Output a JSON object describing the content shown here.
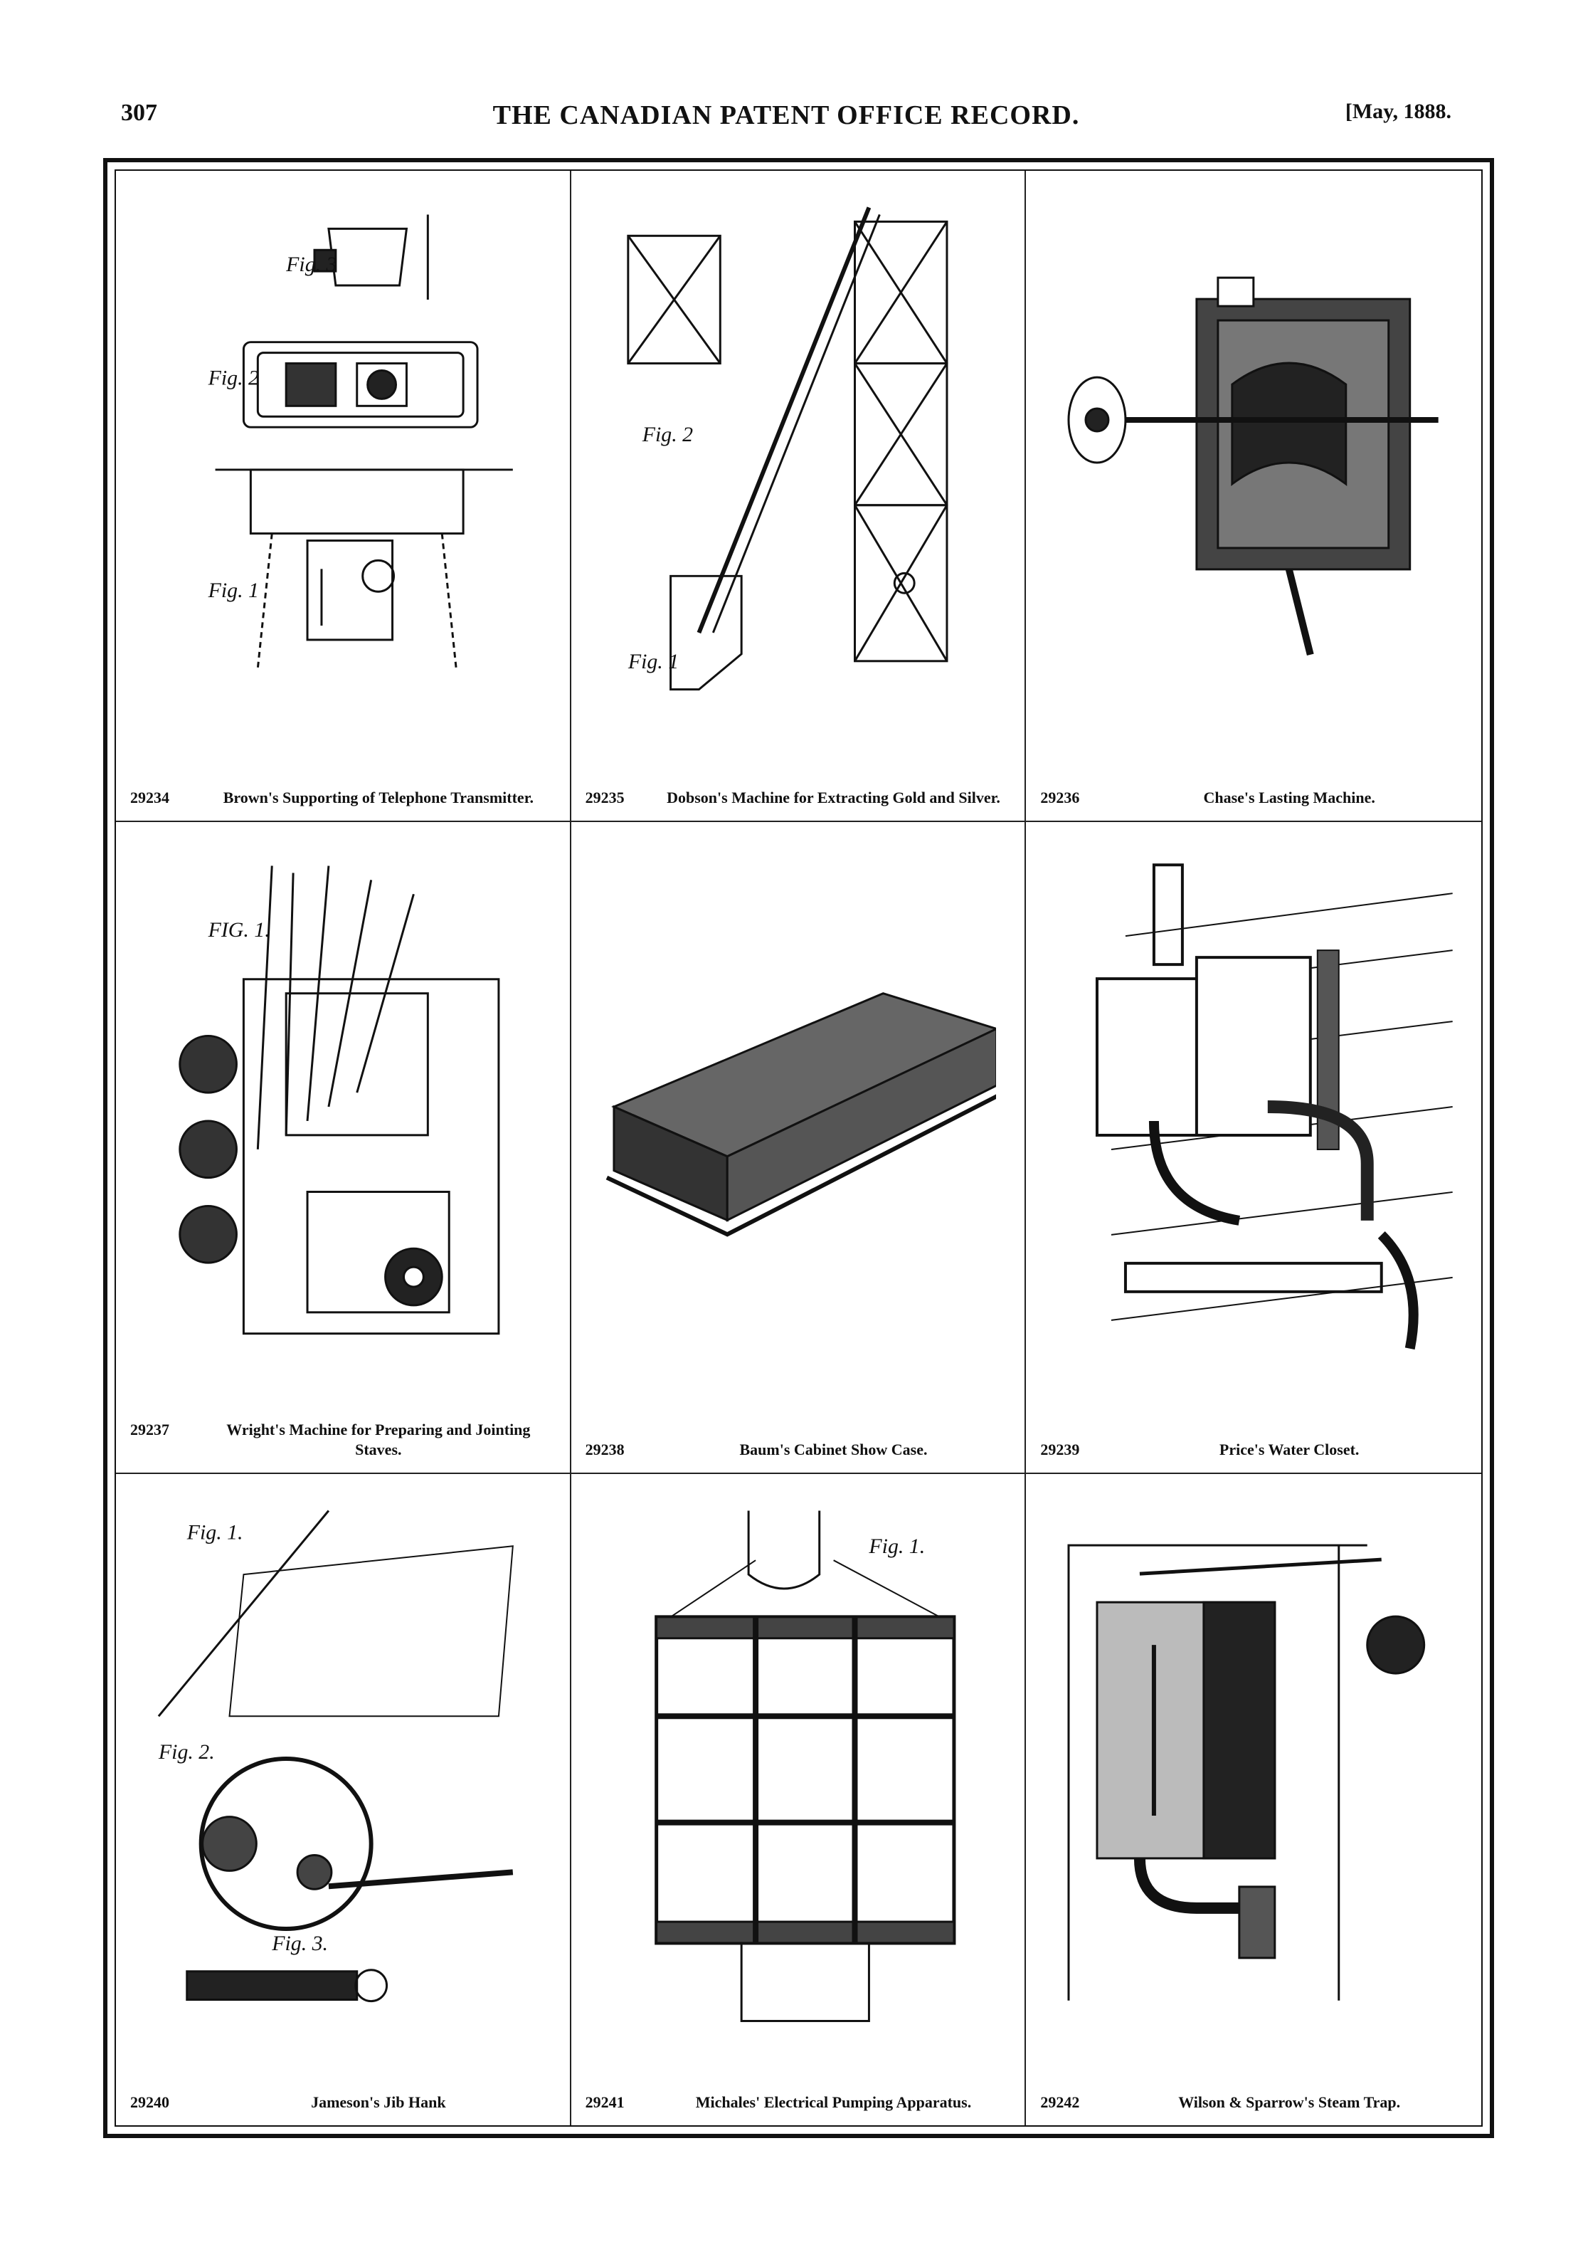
{
  "header": {
    "page_number": "307",
    "title": "THE CANADIAN PATENT OFFICE RECORD.",
    "date": "[May, 1888."
  },
  "patents": [
    {
      "number": "29234",
      "title": "Brown's Supporting of Telephone Transmitter.",
      "labels": [
        "Fig. 3",
        "Fig. 2",
        "Fig. 1"
      ]
    },
    {
      "number": "29235",
      "title": "Dobson's Machine for Extracting Gold and Silver.",
      "labels": [
        "Fig. 2",
        "Fig. 1"
      ]
    },
    {
      "number": "29236",
      "title": "Chase's Lasting Machine.",
      "labels": []
    },
    {
      "number": "29237",
      "title": "Wright's Machine for Preparing and Jointing Staves.",
      "labels": [
        "FIG. 1."
      ]
    },
    {
      "number": "29238",
      "title": "Baum's Cabinet Show Case.",
      "labels": []
    },
    {
      "number": "29239",
      "title": "Price's Water Closet.",
      "labels": []
    },
    {
      "number": "29240",
      "title": "Jameson's Jib Hank",
      "labels": [
        "Fig. 1.",
        "Fig. 2.",
        "Fig. 3."
      ]
    },
    {
      "number": "29241",
      "title": "Michales' Electrical Pumping Apparatus.",
      "labels": [
        "Fig. 1."
      ]
    },
    {
      "number": "29242",
      "title": "Wilson & Sparrow's Steam Trap.",
      "labels": []
    }
  ]
}
